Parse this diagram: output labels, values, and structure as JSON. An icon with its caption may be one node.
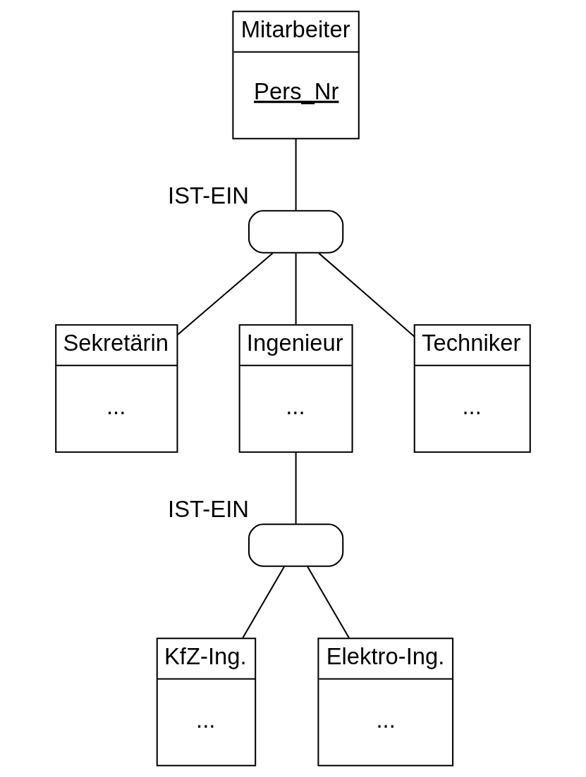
{
  "diagram": {
    "nodes": [
      {
        "text": [
          "Mitarbeiter",
          "Pers_Nr"
        ]
      },
      {
        "text": [],
        "shape": "semicircle",
        "beside": [
          "IST-EIN"
        ]
      },
      {
        "text": [
          "Sekretärin",
          "..."
        ]
      },
      {
        "text": [
          "Ingenieur",
          "..."
        ]
      },
      {
        "text": [
          "Techniker",
          "..."
        ]
      },
      {
        "text": [],
        "shape": "semicircle",
        "beside": [
          "IST-EIN"
        ]
      },
      {
        "text": [
          "KfZ-Ing.",
          "..."
        ]
      },
      {
        "text": [
          "Elektro-Ing.",
          "..."
        ]
      }
    ],
    "edges": [
      {
        "from": 0,
        "to": 1,
        "arrow": "none"
      },
      {
        "from": 1,
        "to": 2,
        "arrow": "none"
      },
      {
        "from": 1,
        "to": 3,
        "arrow": "none"
      },
      {
        "from": 1,
        "to": 4,
        "arrow": "none"
      },
      {
        "from": 3,
        "to": 5,
        "arrow": "none"
      },
      {
        "from": 5,
        "to": 6,
        "arrow": "none"
      },
      {
        "from": 5,
        "to": 7,
        "arrow": "none"
      }
    ]
  }
}
